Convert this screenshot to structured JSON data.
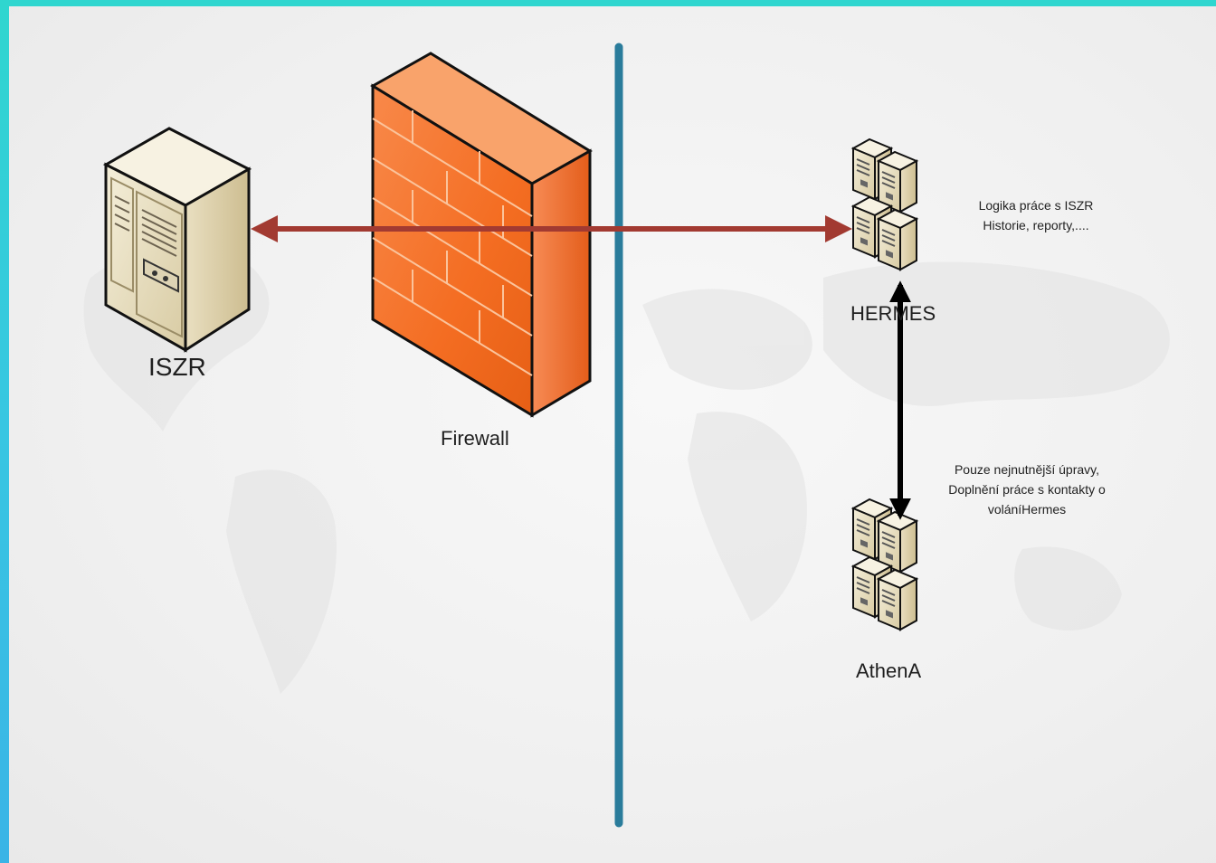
{
  "nodes": {
    "iszr": {
      "label": "ISZR"
    },
    "firewall": {
      "label": "Firewall"
    },
    "hermes": {
      "label": "HERMES"
    },
    "athena": {
      "label": "AthenA"
    }
  },
  "notes": {
    "hermes_lines": [
      "Logika práce s ISZR",
      "Historie, reporty,...."
    ],
    "athena_lines": [
      "Pouze nejnutnější úpravy,",
      "Doplnění práce s kontakty o",
      "voláníHermes"
    ]
  },
  "colors": {
    "frame_top": "#2fd6cf",
    "frame_bottom": "#3ab4e6",
    "divider": "#2a7c9b",
    "link_iszr_hermes": "#a23a31",
    "link_hermes_athena": "#000000",
    "firewall_front": "#f47a30",
    "server_body": "#e9dfc2"
  },
  "icons": {
    "iszr": "tower-server-icon",
    "firewall": "brick-wall-icon",
    "hermes": "server-rack-icon",
    "athena": "server-rack-icon"
  }
}
